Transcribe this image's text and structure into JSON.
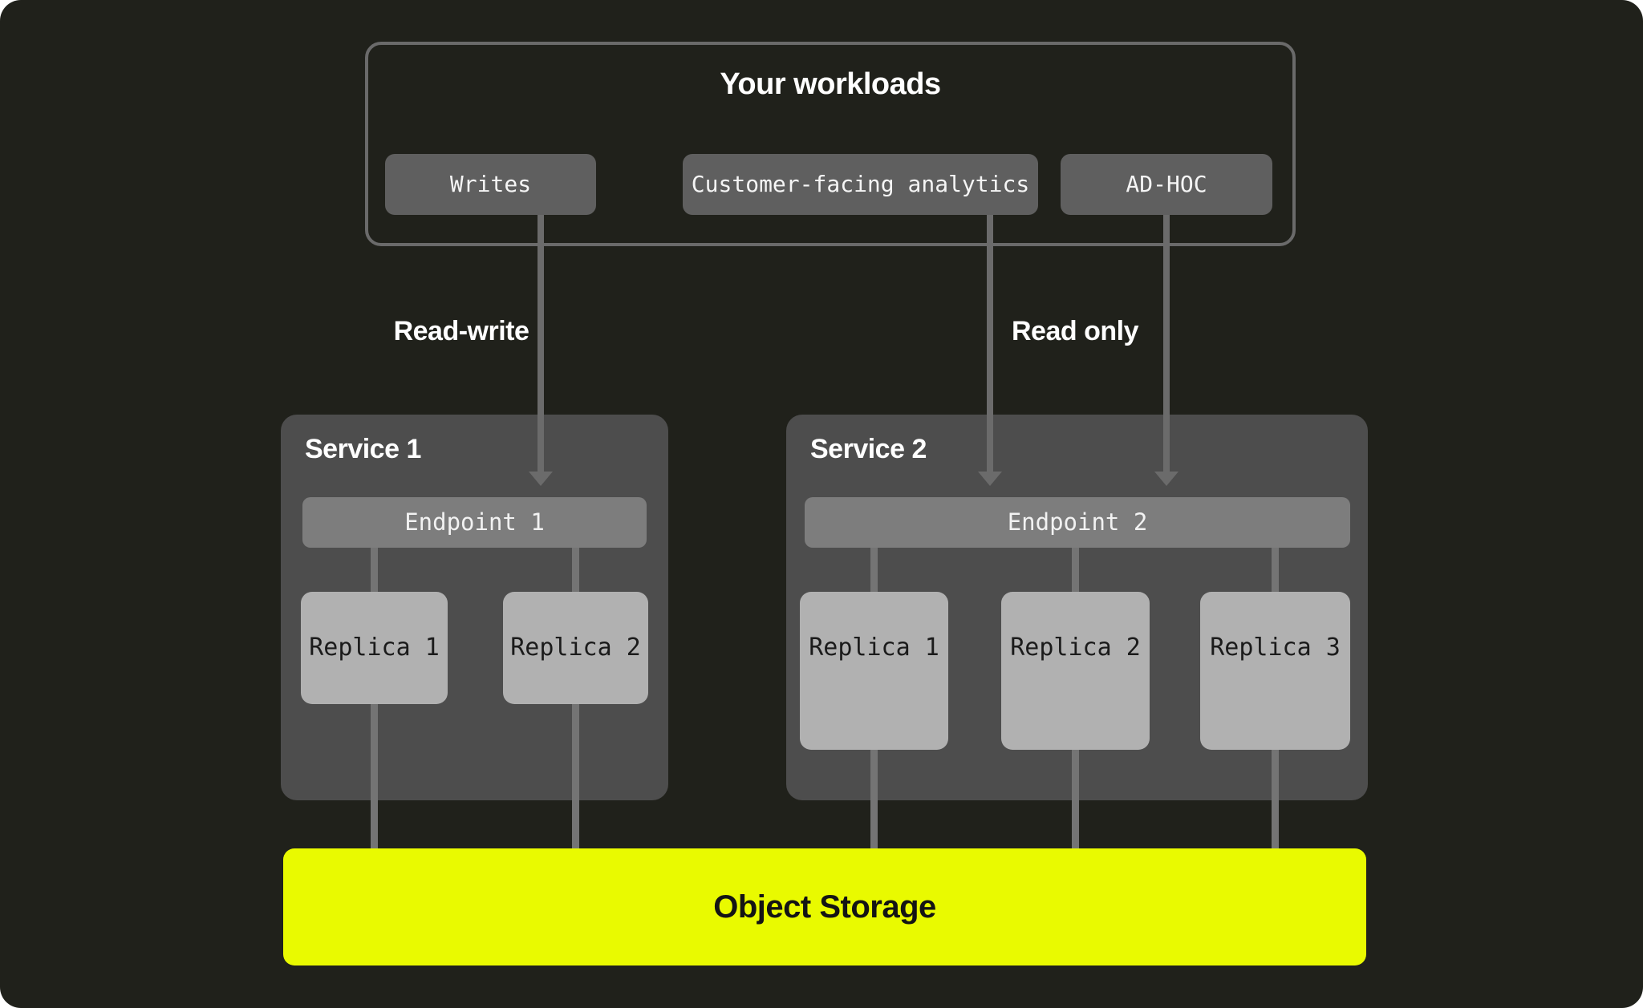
{
  "workloads": {
    "title": "Your workloads",
    "buttons": [
      {
        "label": "Writes"
      },
      {
        "label": "Customer-facing analytics"
      },
      {
        "label": "AD-HOC"
      }
    ]
  },
  "flow_labels": {
    "read_write": "Read-write",
    "read_only": "Read only"
  },
  "services": [
    {
      "name": "Service 1",
      "endpoint": "Endpoint 1",
      "replicas": [
        "Replica 1",
        "Replica 2"
      ]
    },
    {
      "name": "Service 2",
      "endpoint": "Endpoint 2",
      "replicas": [
        "Replica 1",
        "Replica 2",
        "Replica 3"
      ]
    }
  ],
  "storage": {
    "label": "Object Storage"
  },
  "colors": {
    "background": "#20211b",
    "group_outline": "#6a6a6a",
    "workload_button": "#5f5f5f",
    "service_box": "#4d4d4d",
    "endpoint_bar": "#7d7d7d",
    "replica_box": "#b1b1b1",
    "connector_line": "#747474",
    "arrow": "#6b6b6b",
    "storage_yellow": "#e9fa00",
    "text_light": "#ffffff",
    "text_dark": "#141414"
  }
}
